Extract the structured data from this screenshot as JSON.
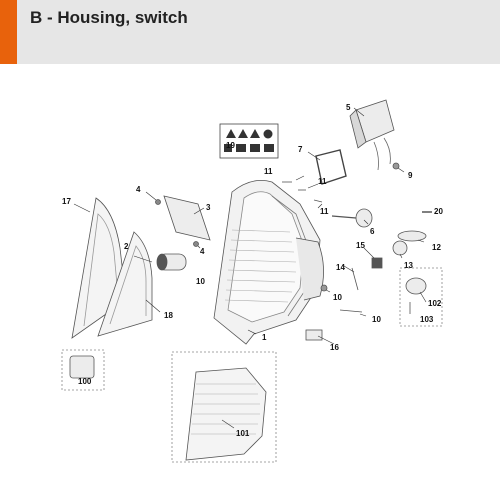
{
  "header": {
    "title": "B - Housing, switch",
    "accent_color": "#e8620c",
    "background_color": "#e6e6e6"
  },
  "diagram": {
    "callouts": [
      "1",
      "2",
      "3",
      "4",
      "4",
      "5",
      "6",
      "7",
      "9",
      "10",
      "10",
      "10",
      "11",
      "11",
      "11",
      "12",
      "13",
      "14",
      "15",
      "16",
      "17",
      "18",
      "19",
      "20",
      "100",
      "101",
      "102",
      "103"
    ]
  }
}
